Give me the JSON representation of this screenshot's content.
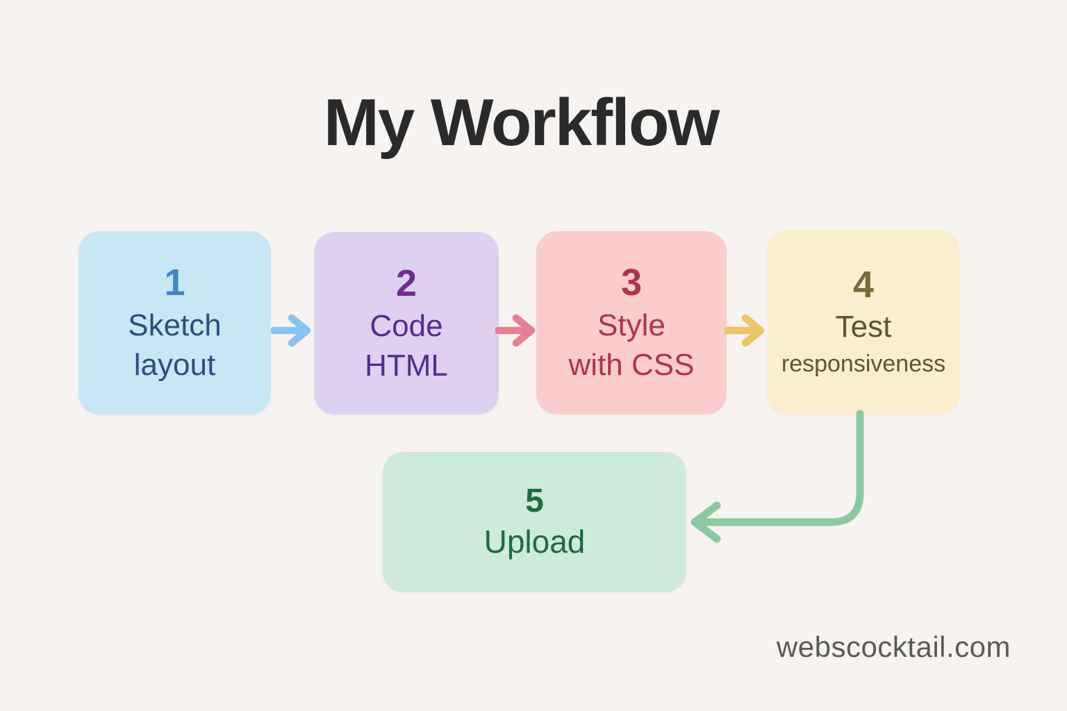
{
  "title": "My Workflow",
  "watermark": "webscocktail.com",
  "colors": {
    "background": "#f7f3f0",
    "title": "#2a2a2a",
    "watermark": "#5a5a58"
  },
  "steps": [
    {
      "number": "1",
      "label_line1": "Sketch",
      "label_line2": "layout",
      "bg": "#c9e6f4",
      "number_color": "#3f86c4",
      "text_color": "#2d4e80"
    },
    {
      "number": "2",
      "label_line1": "Code",
      "label_line2": "HTML",
      "bg": "#ded0f0",
      "number_color": "#6f2d91",
      "text_color": "#522e8a"
    },
    {
      "number": "3",
      "label_line1": "Style",
      "label_line2": "with CSS",
      "bg": "#fbcccd",
      "number_color": "#aa3550",
      "text_color": "#ad3351"
    },
    {
      "number": "4",
      "label_line1": "Test",
      "label_line2": "responsiveness",
      "bg": "#f9eecd",
      "number_color": "#756b3b",
      "text_color": "#5c5536"
    },
    {
      "number": "5",
      "label_line1": "Upload",
      "bg": "#cdeada",
      "number_color": "#1e6b3e",
      "text_color": "#1e6b3e"
    }
  ],
  "arrows": {
    "step1_to_step2": "#8ac4ec",
    "step2_to_step3": "#e87f94",
    "step3_to_step4": "#ecc469",
    "step4_to_step5": "#8cc9a2"
  }
}
